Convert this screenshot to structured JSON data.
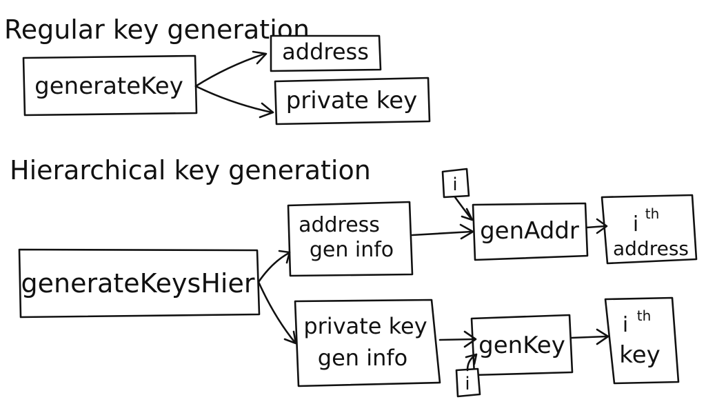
{
  "sections": {
    "regular": {
      "title": "Regular key generation",
      "source": "generateKey",
      "output_address": "address",
      "output_private_key": "private key"
    },
    "hierarchical": {
      "title": "Hierarchical key generation",
      "source": "generateKeysHier",
      "address_info_line1": "address",
      "address_info_line2": "gen info",
      "private_info_line1": "private key",
      "private_info_line2": "gen info",
      "gen_addr": "genAddr",
      "gen_key": "genKey",
      "index_addr": "i",
      "index_key": "i",
      "ith_address_sup_base": "i",
      "ith_address_sup": "th",
      "ith_address_label": "address",
      "ith_key_sup_base": "i",
      "ith_key_sup": "th",
      "ith_key_label": "key"
    }
  },
  "colors": {
    "ink": "#111111",
    "background": "#ffffff"
  }
}
